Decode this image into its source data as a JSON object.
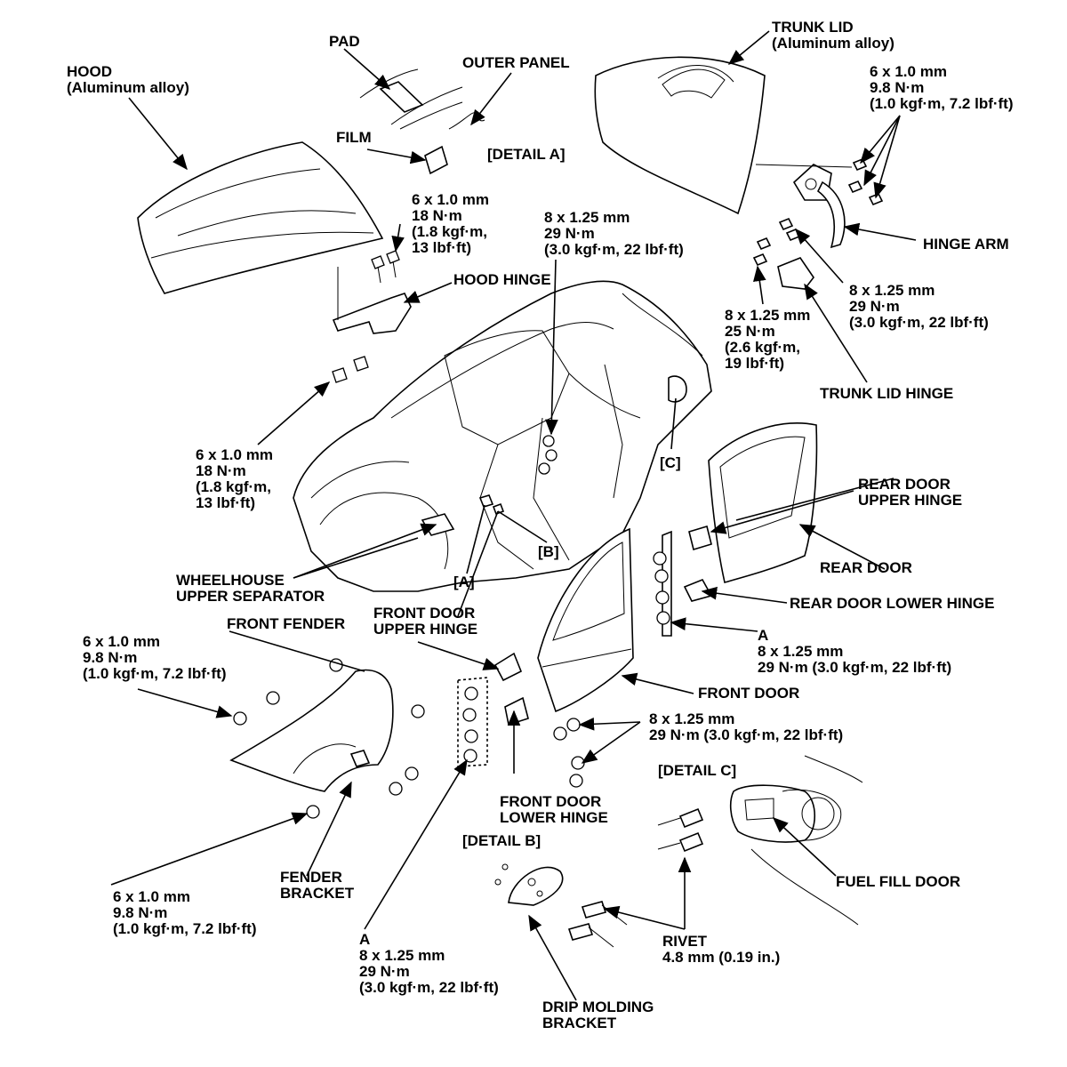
{
  "labels": {
    "hood": {
      "line1": "HOOD",
      "line2": "(Aluminum alloy)"
    },
    "pad": "PAD",
    "outer_panel": "OUTER PANEL",
    "film": "FILM",
    "detail_a": "[DETAIL A]",
    "trunk_lid": {
      "line1": "TRUNK LID",
      "line2": "(Aluminum alloy)"
    },
    "trunk_hinge_bolt_spec": {
      "l1": "6 x 1.0 mm",
      "l2": "9.8 N·m",
      "l3": "(1.0 kgf·m, 7.2 lbf·ft)"
    },
    "hinge_arm": "HINGE ARM",
    "hood_hinge_upper_spec": {
      "l1": "6 x 1.0 mm",
      "l2": "18 N·m",
      "l3": "(1.8 kgf·m,",
      "l4": "13 lbf·ft)"
    },
    "center_spec": {
      "l1": "8 x 1.25 mm",
      "l2": "29 N·m",
      "l3": "(3.0 kgf·m, 22 lbf·ft)"
    },
    "hood_hinge": "HOOD HINGE",
    "trunk_right_spec": {
      "l1": "8 x 1.25 mm",
      "l2": "29 N·m",
      "l3": "(3.0 kgf·m, 22 lbf·ft)"
    },
    "trunk_left_spec": {
      "l1": "8 x 1.25 mm",
      "l2": "25 N·m",
      "l3": "(2.6 kgf·m,",
      "l4": "19 lbf·ft)"
    },
    "trunk_lid_hinge": "TRUNK LID HINGE",
    "hood_hinge_lower_spec": {
      "l1": "6 x 1.0 mm",
      "l2": "18 N·m",
      "l3": "(1.8 kgf·m,",
      "l4": "13 lbf·ft)"
    },
    "c_ref": "[C]",
    "rear_door_upper_hinge": {
      "line1": "REAR DOOR",
      "line2": "UPPER HINGE"
    },
    "b_ref": "[B]",
    "a_ref": "[A]",
    "rear_door": "REAR DOOR",
    "wheelhouse": {
      "line1": "WHEELHOUSE",
      "line2": "UPPER SEPARATOR"
    },
    "rear_door_lower_hinge": "REAR DOOR LOWER HINGE",
    "front_fender": "FRONT FENDER",
    "front_door_upper_hinge": {
      "line1": "FRONT DOOR",
      "line2": "UPPER HINGE"
    },
    "rear_a_spec": {
      "l0": "A",
      "l1": "8 x 1.25 mm",
      "l2": "29 N·m (3.0 kgf·m, 22 lbf·ft)"
    },
    "fender_upper_spec": {
      "l1": "6 x 1.0 mm",
      "l2": "9.8 N·m",
      "l3": "(1.0 kgf·m, 7.2 lbf·ft)"
    },
    "front_door": "FRONT DOOR",
    "front_door_bolt_spec": {
      "l1": "8 x 1.25 mm",
      "l2": "29 N·m (3.0 kgf·m, 22 lbf·ft)"
    },
    "detail_c": "[DETAIL C]",
    "front_door_lower_hinge": {
      "line1": "FRONT DOOR",
      "line2": "LOWER HINGE"
    },
    "detail_b": "[DETAIL B]",
    "fuel_fill_door": "FUEL FILL DOOR",
    "fender_lower_spec": {
      "l1": "6 x 1.0 mm",
      "l2": "9.8 N·m",
      "l3": "(1.0 kgf·m, 7.2 lbf·ft)"
    },
    "fender_bracket": {
      "line1": "FENDER",
      "line2": "BRACKET"
    },
    "rivet": {
      "line1": "RIVET",
      "line2": "4.8 mm (0.19 in.)"
    },
    "front_a_spec": {
      "l0": "A",
      "l1": "8 x 1.25 mm",
      "l2": "29 N·m",
      "l3": "(3.0 kgf·m, 22 lbf·ft)"
    },
    "drip_molding_bracket": {
      "line1": "DRIP MOLDING",
      "line2": "BRACKET"
    }
  }
}
